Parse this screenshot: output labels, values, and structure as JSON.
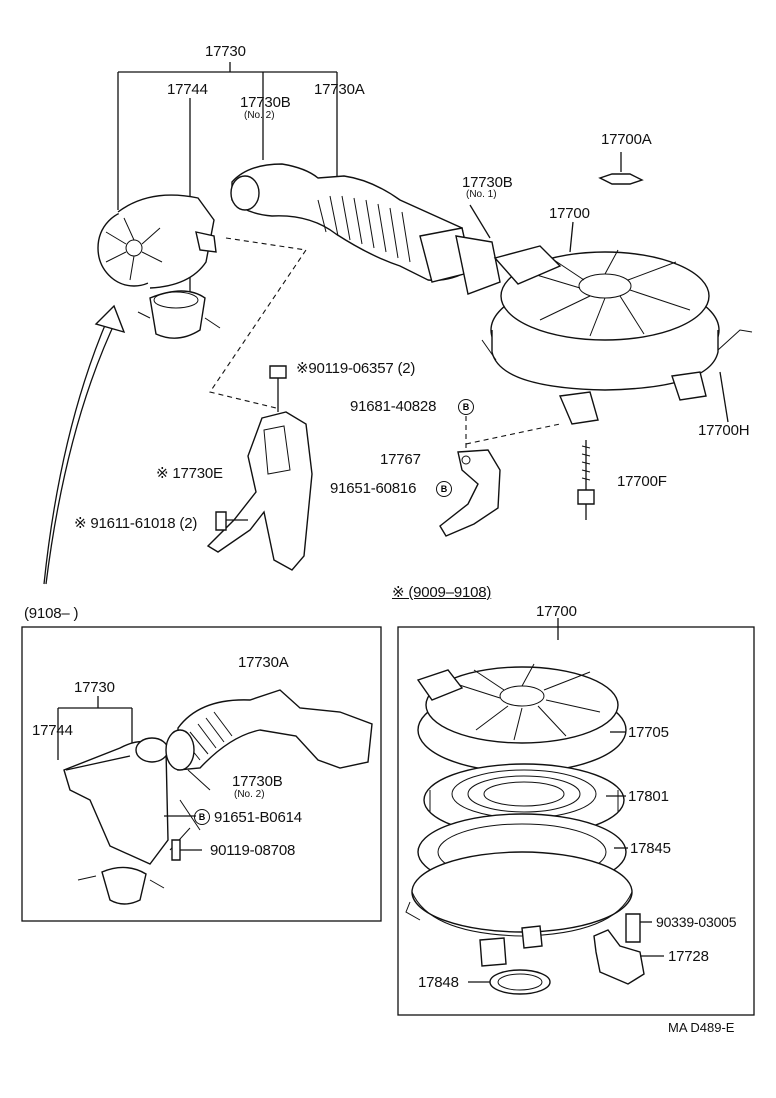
{
  "top": {
    "p17730": "17730",
    "p17744": "17744",
    "p17730B_2": "17730B",
    "no2": "(No. 2)",
    "p17730A": "17730A",
    "p17700A": "17700A",
    "p17730B_1": "17730B",
    "no1": "(No. 1)",
    "p17700": "17700",
    "bolt1": "※90119-06357 (2)",
    "p91681": "91681-40828",
    "p17767": "17767",
    "p91651": "91651-60816",
    "p17730E": "※ 17730E",
    "p91611": "※ 91611-61018 (2)",
    "p17700F": "17700F",
    "p17700H": "17700H",
    "circle_letter": "B"
  },
  "left_box": {
    "range": "(9108–        )",
    "p17730A": "17730A",
    "p17730": "17730",
    "p17744": "17744",
    "p17730B": "17730B",
    "no2": "(No. 2)",
    "p91651B": "91651-B0614",
    "p90119": "90119-08708"
  },
  "right_box": {
    "range": "※ (9009–9108)",
    "p17700": "17700",
    "p17705": "17705",
    "p17801": "17801",
    "p17845": "17845",
    "p90339": "90339-03005",
    "p17728": "17728",
    "p17848": "17848"
  },
  "footer": {
    "code": "MA D489-E"
  }
}
